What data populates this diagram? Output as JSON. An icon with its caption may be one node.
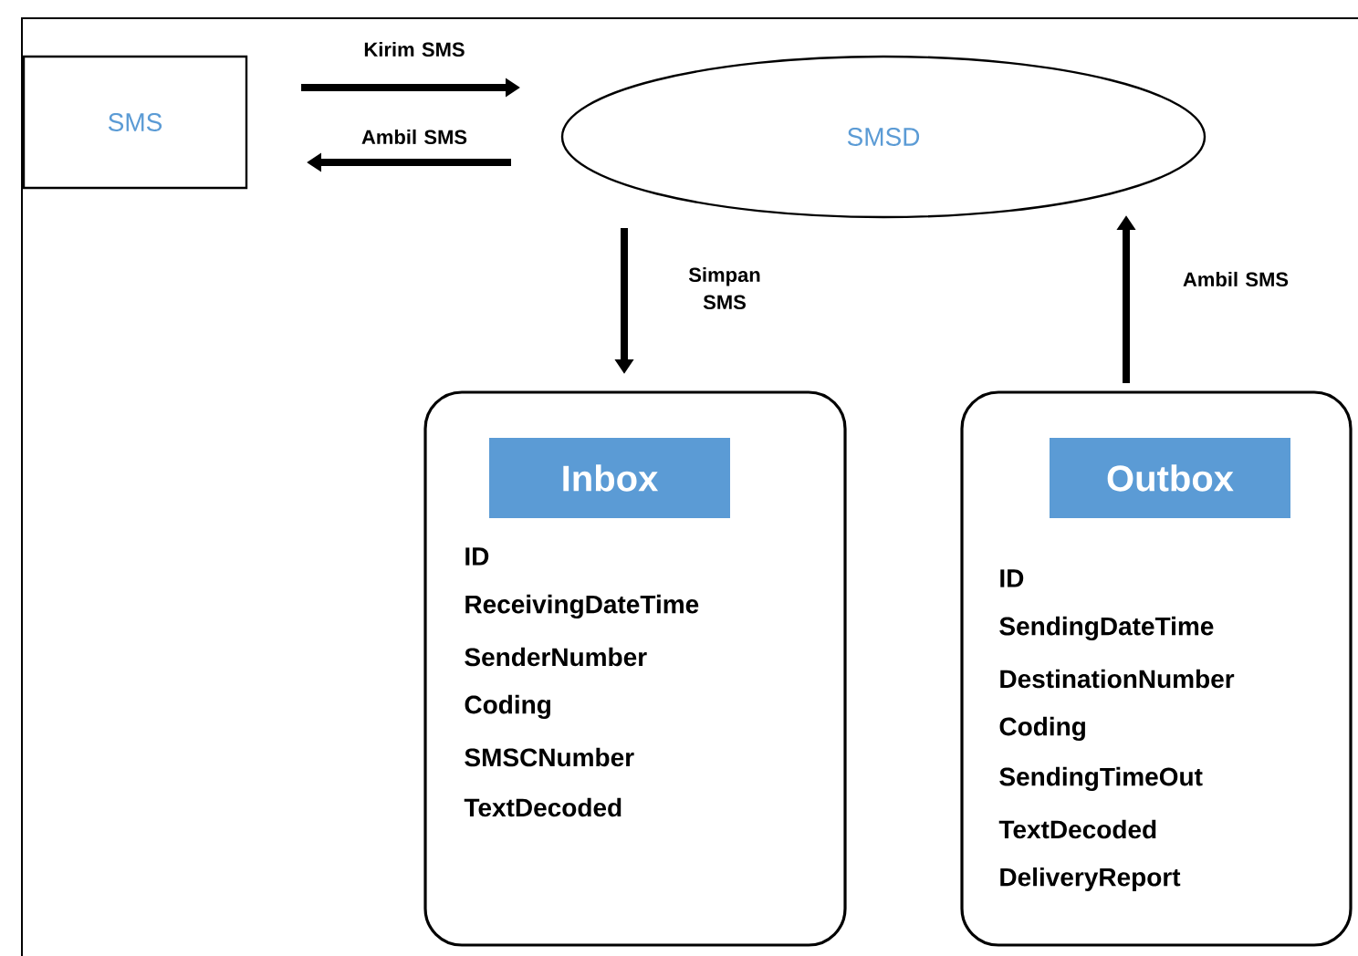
{
  "diagram": {
    "nodes": [
      {
        "text": [
          "SMS"
        ]
      },
      {
        "text": [
          "SMSD"
        ]
      },
      {
        "text": [
          "ID",
          "ReceivingDateTime",
          "SenderNumber",
          "Coding",
          "SMSCNumber",
          "TextDecoded"
        ]
      },
      {
        "text": [
          "Inbox"
        ],
        "in": 2
      },
      {
        "text": [
          "ID",
          "SendingDateTime",
          "DestinationNumber",
          "Coding",
          "SendingTimeOut",
          "TextDecoded",
          "DeliveryReport"
        ]
      },
      {
        "text": [
          "Outbox"
        ],
        "in": 4
      }
    ],
    "edges": [
      {
        "from": 0,
        "to": 1,
        "arrow": "to",
        "label": "Kirim SMS"
      },
      {
        "from": 1,
        "to": 0,
        "arrow": "to",
        "label": "Ambil SMS"
      },
      {
        "from": 1,
        "to": 2,
        "arrow": "to",
        "label": "Simpan SMS"
      },
      {
        "from": 4,
        "to": 1,
        "arrow": "to",
        "label": "Ambil SMS"
      }
    ]
  }
}
